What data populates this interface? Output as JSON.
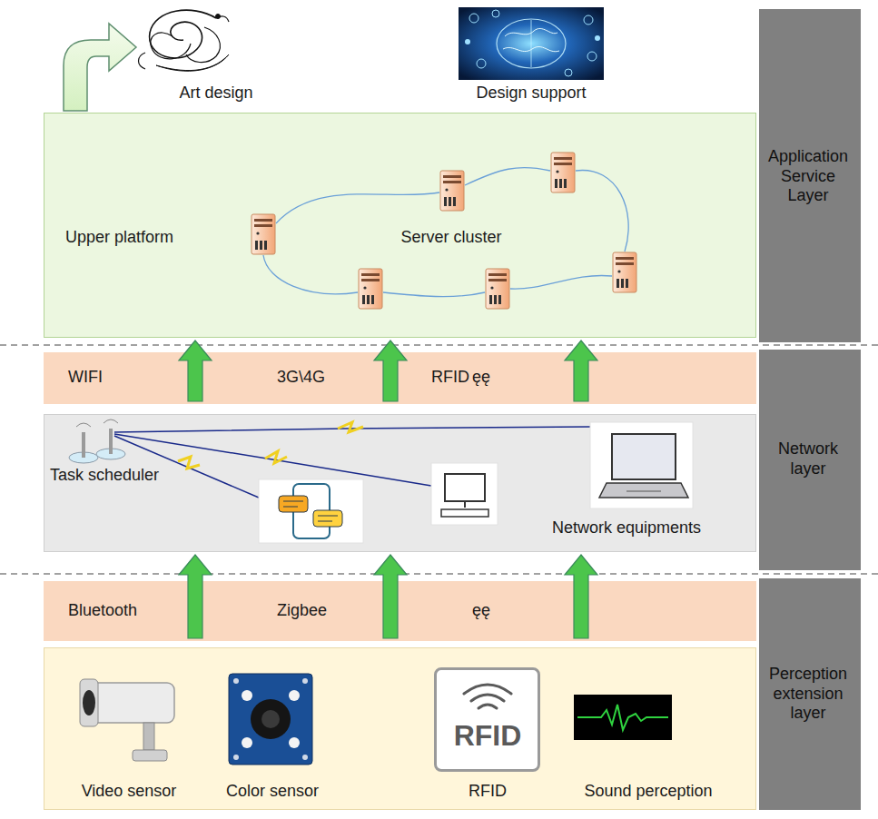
{
  "diagram": {
    "nodes": [
      {
        "text": [
          "Upper platform",
          "Server cluster"
        ]
      },
      {
        "text": [
          "Application Service Layer"
        ]
      },
      {
        "text": [
          "WIFI",
          "3G\\4G",
          "RFID",
          "ęę"
        ]
      },
      {
        "text": [
          "Task scheduler",
          "Network equipments"
        ]
      },
      {
        "text": [
          "Network layer"
        ]
      },
      {
        "text": [
          "Bluetooth",
          "Zigbee",
          "ęę"
        ]
      },
      {
        "text": [
          "Video sensor",
          "Color sensor",
          "RFID",
          "Sound perception"
        ]
      },
      {
        "text": [
          "RFID"
        ],
        "in": 6
      },
      {
        "text": [
          "Perception extension layer"
        ]
      }
    ],
    "edges": [
      {
        "from": 2,
        "to": 0,
        "arrow": "to"
      },
      {
        "from": 2,
        "to": 0,
        "arrow": "to"
      },
      {
        "from": 2,
        "to": 0,
        "arrow": "to"
      },
      {
        "from": 5,
        "to": 3,
        "arrow": "to"
      },
      {
        "from": 5,
        "to": 3,
        "arrow": "to"
      },
      {
        "from": 5,
        "to": 3,
        "arrow": "to"
      }
    ],
    "labels": [
      "Art design",
      "Design support"
    ]
  }
}
